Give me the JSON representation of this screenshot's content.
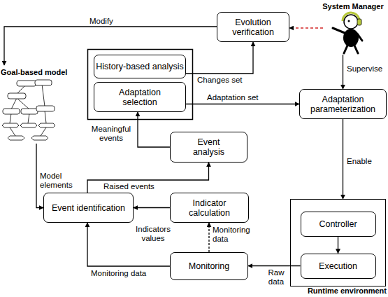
{
  "diagram": {
    "nodes": [
      {
        "text": [
          "System Manager"
        ]
      },
      {
        "text": [
          "Evolution verification"
        ]
      },
      {
        "text": [
          "Goal-based model"
        ]
      },
      {
        "text": [
          "History-based analysis"
        ]
      },
      {
        "text": [
          "Adaptation selection"
        ]
      },
      {
        "text": [
          "Adaptation parameterization"
        ]
      },
      {
        "text": [
          "Event analysis"
        ]
      },
      {
        "text": [
          "Event identification"
        ]
      },
      {
        "text": [
          "Indicator calculation"
        ]
      },
      {
        "text": [
          "Runtime environment"
        ]
      },
      {
        "text": [
          "Controller"
        ],
        "in": 9
      },
      {
        "text": [
          "Execution"
        ],
        "in": 9
      },
      {
        "text": [
          "Monitoring"
        ]
      }
    ],
    "edges": [
      {
        "from": 0,
        "to": 1,
        "arrow": "to"
      },
      {
        "from": 1,
        "to": 2,
        "label": "Modify",
        "arrow": "to"
      },
      {
        "from": 0,
        "to": 5,
        "label": "Supervise",
        "arrow": "to"
      },
      {
        "from": 3,
        "to": 1,
        "label": "Changes set",
        "arrow": "to"
      },
      {
        "from": 4,
        "to": 5,
        "label": "Adaptation set",
        "arrow": "to"
      },
      {
        "from": 5,
        "to": 9,
        "label": "Enable",
        "arrow": "to"
      },
      {
        "from": 2,
        "to": 7,
        "label": "Model elements",
        "arrow": "to"
      },
      {
        "from": 7,
        "to": 6,
        "label": "Raised events",
        "arrow": "to"
      },
      {
        "from": 6,
        "to": 4,
        "label": "Meaningful events",
        "arrow": "to"
      },
      {
        "from": 8,
        "to": 7,
        "label": "Indicators values",
        "arrow": "to"
      },
      {
        "from": 12,
        "to": 8,
        "label": "Monitoring data",
        "arrow": "to"
      },
      {
        "from": 12,
        "to": 7,
        "label": "Monitoring data",
        "arrow": "to"
      },
      {
        "from": 11,
        "to": 12,
        "label": "Raw data",
        "arrow": "to"
      },
      {
        "from": 10,
        "to": 11,
        "arrow": "to"
      }
    ]
  }
}
